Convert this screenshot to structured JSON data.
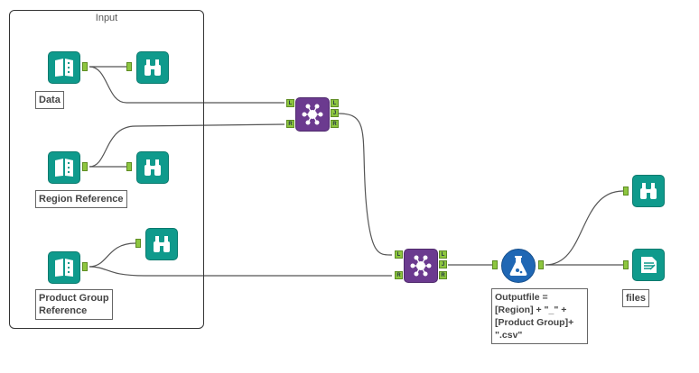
{
  "container": {
    "title": "Input"
  },
  "tools": {
    "input_data": {
      "label": "Data",
      "icon": "book-input-icon"
    },
    "input_region": {
      "label": "Region Reference",
      "icon": "book-input-icon"
    },
    "input_product": {
      "label": "Product Group\nReference",
      "icon": "book-input-icon"
    },
    "browse_1": {
      "icon": "binoculars-icon"
    },
    "browse_2": {
      "icon": "binoculars-icon"
    },
    "browse_3": {
      "icon": "binoculars-icon"
    },
    "browse_4": {
      "icon": "binoculars-icon"
    },
    "join_1": {
      "icon": "join-icon",
      "anchors": [
        "L",
        "R",
        "L",
        "J",
        "R"
      ]
    },
    "join_2": {
      "icon": "join-icon",
      "anchors": [
        "L",
        "R",
        "L",
        "J",
        "R"
      ]
    },
    "formula": {
      "label": "Outputfile =\n[Region] + \"_\" +\n[Product Group]+\n\".csv\"",
      "icon": "flask-icon"
    },
    "output": {
      "label": "files",
      "icon": "output-file-icon"
    }
  },
  "colors": {
    "tool_teal": "#0f9a8c",
    "tool_join": "#6b3a8f",
    "tool_formula": "#1f67b4",
    "anchor_green": "#8dc63f"
  }
}
